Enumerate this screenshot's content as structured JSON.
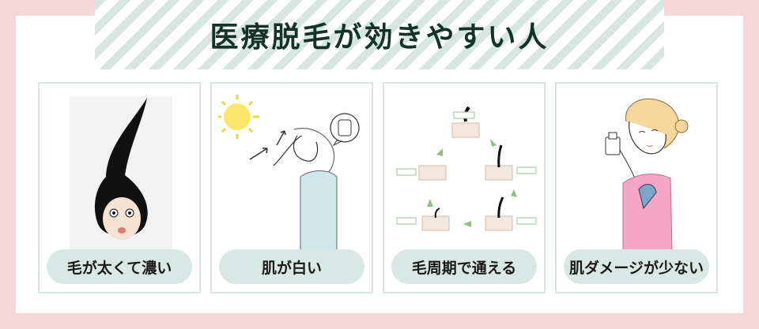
{
  "title": "医療脱毛が効きやすい人",
  "cards": [
    {
      "label": "毛が太くて濃い"
    },
    {
      "label": "肌が白い"
    },
    {
      "label": "毛周期で通える"
    },
    {
      "label": "肌ダメージが少ない"
    }
  ],
  "colors": {
    "background_pink": "#f5d6da",
    "stripe_teal": "#d7e6e3",
    "pill": "#d8e8e4",
    "title_text": "#123325"
  },
  "icons": [
    "hair-character-illustration",
    "sun-icon",
    "skin-cream-icon",
    "hair-cycle-diagram",
    "perfume-woman-illustration"
  ]
}
